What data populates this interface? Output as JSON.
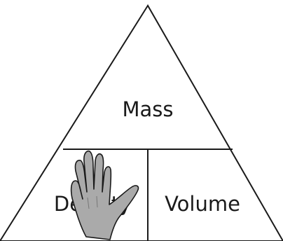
{
  "diagram": {
    "top_label": "Mass",
    "bottom_left_label": "Density",
    "bottom_right_label": "Volume",
    "line_color": "#1a1a1a",
    "hand_fill_color": "#aaaaaa",
    "hand_icon": "hand-palm-icon"
  }
}
